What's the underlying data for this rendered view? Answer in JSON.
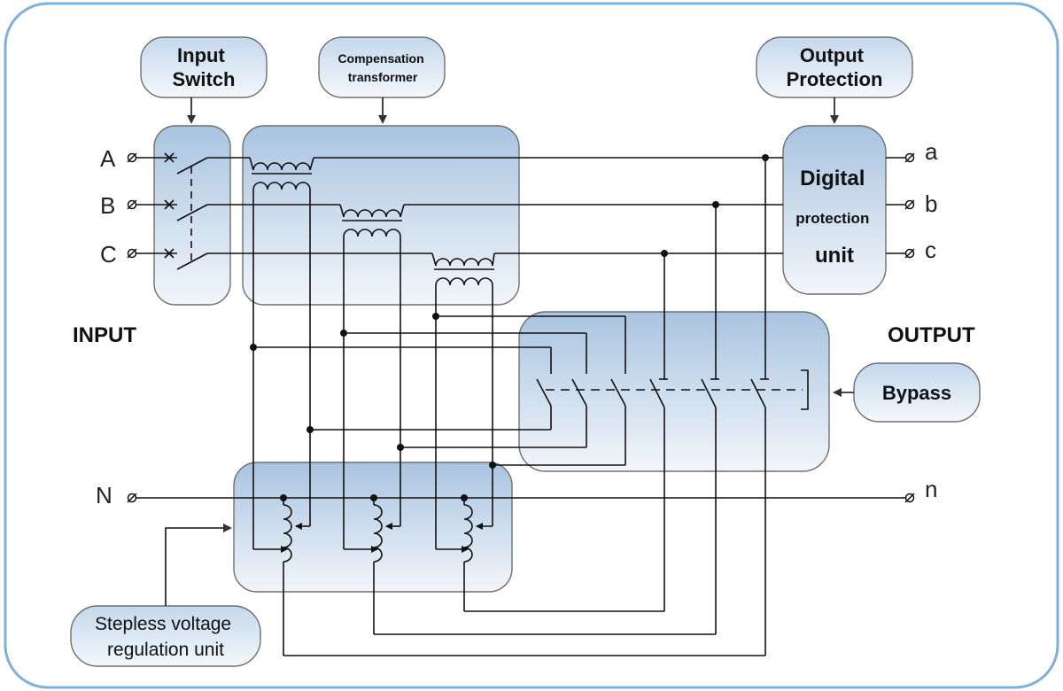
{
  "labels": {
    "input_switch": [
      "Input",
      "Switch"
    ],
    "compensation_transformer": [
      "Compensation",
      "transformer"
    ],
    "output_protection": [
      "Output",
      "Protection"
    ],
    "digital_protection_unit": [
      "Digital",
      "protection",
      "unit"
    ],
    "input_side": "INPUT",
    "output_side": "OUTPUT",
    "bypass": "Bypass",
    "stepless_voltage_regulation_unit": [
      "Stepless voltage",
      "regulation unit"
    ]
  },
  "terminals": {
    "input": [
      "A",
      "B",
      "C",
      "N"
    ],
    "output": [
      "a",
      "b",
      "c",
      "n"
    ]
  },
  "colors": {
    "frame": "#7fb0da",
    "block_top": "#a9c4e0",
    "block_bottom": "#f2f6fb",
    "wire": "#111111"
  }
}
